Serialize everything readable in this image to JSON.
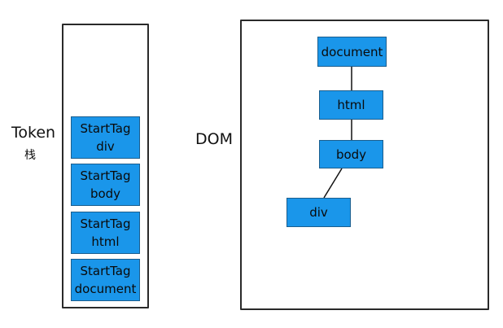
{
  "token_label": "Token",
  "stack_label": "栈",
  "dom_label": "DOM",
  "stack": [
    {
      "line1": "StartTag",
      "line2": "div"
    },
    {
      "line1": "StartTag",
      "line2": "body"
    },
    {
      "line1": "StartTag",
      "line2": "html"
    },
    {
      "line1": "StartTag",
      "line2": "document"
    }
  ],
  "dom_nodes": {
    "document": "document",
    "html": "html",
    "body": "body",
    "div": "div"
  },
  "colors": {
    "block_fill": "#1a96ea",
    "block_border": "#1b5e8e"
  }
}
